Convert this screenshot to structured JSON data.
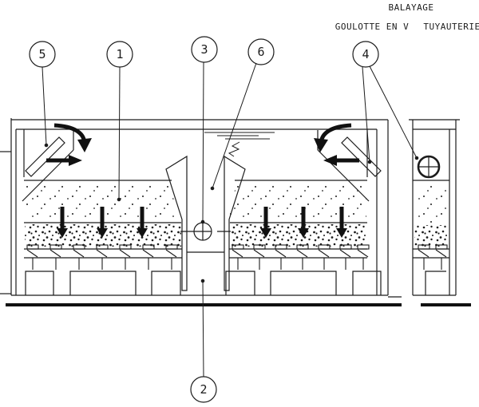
{
  "labels": {
    "balayage": "BALAYAGE",
    "goulotte_en_v": "GOULOTTE EN V",
    "tuyauterie": "TUYAUTERIE"
  },
  "callouts": [
    {
      "number": "5"
    },
    {
      "number": "1"
    },
    {
      "number": "3"
    },
    {
      "number": "6"
    },
    {
      "number": "4"
    },
    {
      "number": "2"
    }
  ],
  "colors": {
    "line": "#1c1c1c",
    "background": "#ffffff",
    "arrow": "#111111"
  }
}
